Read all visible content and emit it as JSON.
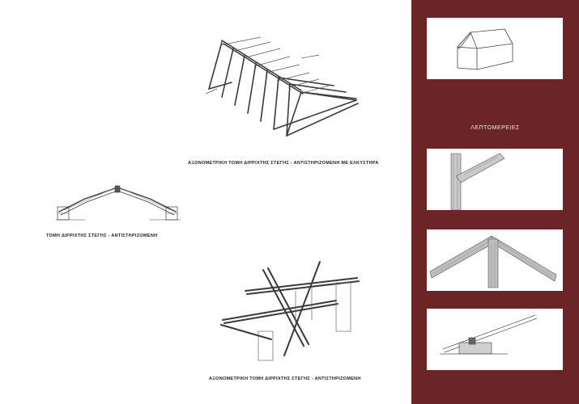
{
  "sidebar": {
    "title": "ΛΕΠΤΟΜΕΡΕΙΕΣ"
  },
  "drawings": {
    "axonometric_tie": {
      "caption": "ΑΞΟΝΟΜΕΤΡΙΚΗ ΤΟΜΗ ΔΙΡΡΙΧΤΗΣ ΣΤΕΓΗΣ - ΑΝΤΙΣΤΗΡΙΖΟΜΕΝΗ ΜΕ ΕΛΚΥΣΤΗΡΑ"
    },
    "section": {
      "caption": "ΤΟΜΗ ΔΙΡΡΙΧΤΗΣ ΣΤΕΓΗΣ - ΑΝΤΙΣΤΗΡΙΖΟΜΕΝΗ"
    },
    "axonometric": {
      "caption": "ΑΞΟΝΟΜΕΤΡΙΚΗ ΤΟΜΗ ΔΙΡΡΙΧΤΗΣ ΣΤΕΓΗΣ - ΑΝΤΙΣΤΗΡΙΖΟΜΕΝΗ"
    }
  },
  "colors": {
    "sidebar_bg": "#6b2526",
    "pencil": "#3a3a3a"
  }
}
